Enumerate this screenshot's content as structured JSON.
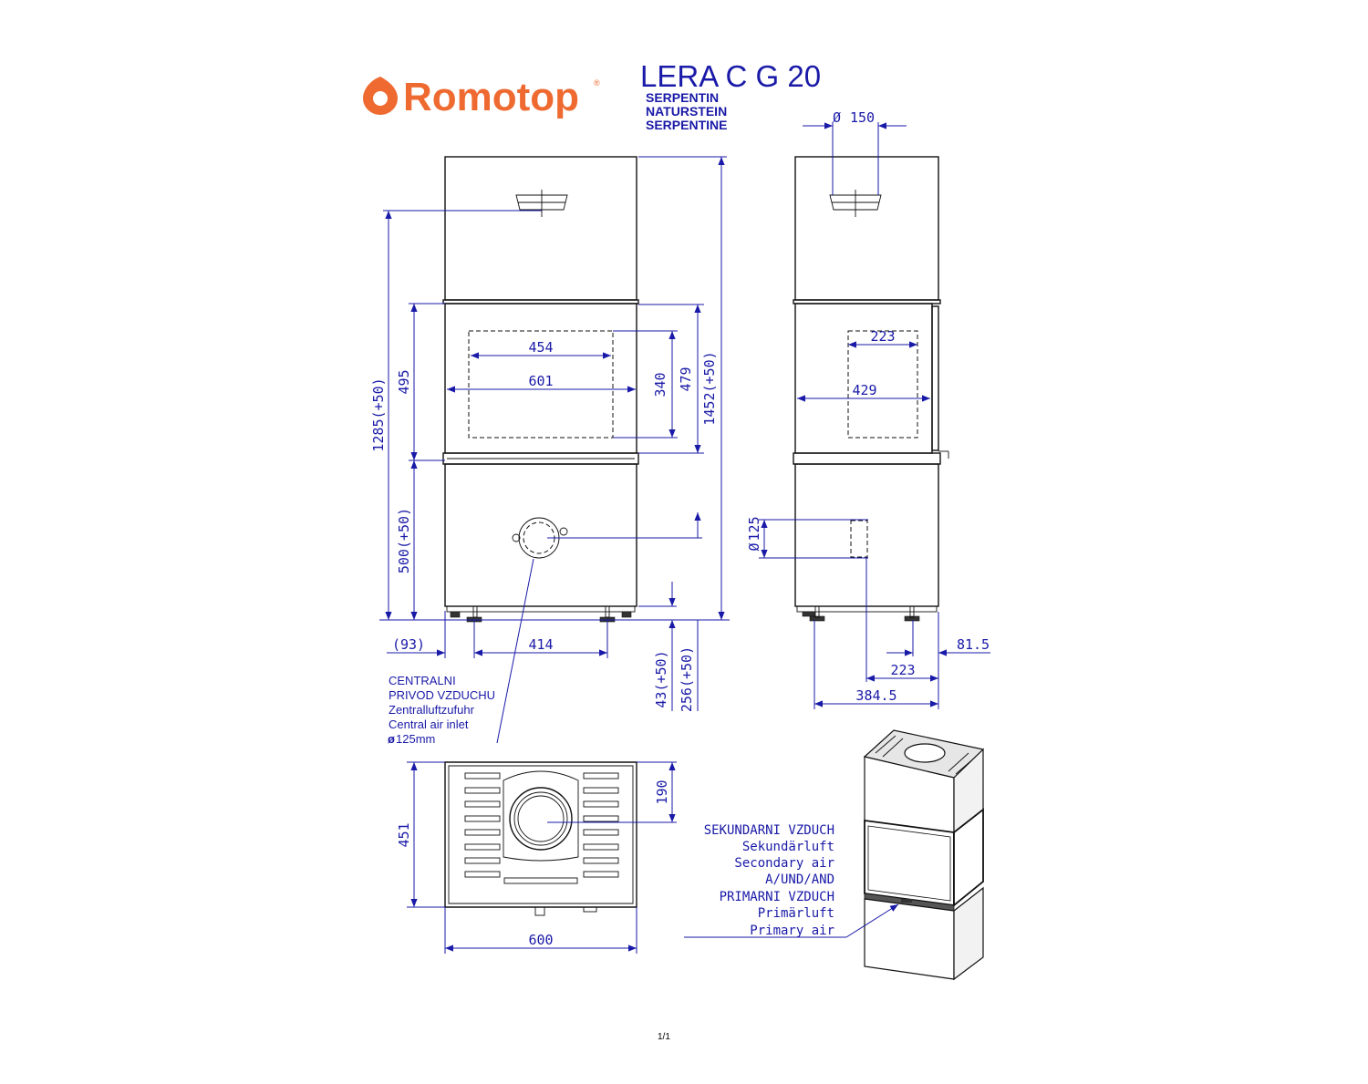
{
  "brand": {
    "name": "Romotop",
    "mark": "®"
  },
  "title": "LERA C G 20",
  "material": [
    "SERPENTIN",
    "NATURSTEIN",
    "SERPENTINE"
  ],
  "front_dims": {
    "w_454": "454",
    "w_601": "601",
    "h_340": "340",
    "h_479": "479",
    "h_495": "495",
    "h_1285": "1285(+50)",
    "h_1452": "1452(+50)",
    "h_500": "500(+50)",
    "off_93": "(93)",
    "w_414": "414",
    "h_43": "43(+50)",
    "h_256": "256(+50)"
  },
  "side_dims": {
    "d_150": "150",
    "w_223_top": "223",
    "w_429": "429",
    "d_125": "125",
    "w_81_5": "81.5",
    "w_223_bottom": "223",
    "w_384_5": "384.5"
  },
  "plan_dims": {
    "d_451": "451",
    "d_190": "190",
    "w_600": "600"
  },
  "air_inlet_note": [
    "CENTRALNI",
    " PRIVOD VZDUCHU",
    "Zentralluftzufuhr",
    "Central air inlet",
    "125mm"
  ],
  "air_note_symbol": "ø",
  "air_labels": [
    "SEKUNDARNI VZDUCH",
    "Sekundärluft",
    "Secondary air",
    "A/UND/AND",
    "PRIMARNI VZDUCH",
    "Primärluft",
    "Primary air"
  ],
  "page_number": "1/1",
  "diameter_symbol": "Ø",
  "colors": {
    "brand": "#ee6a31",
    "dimension": "#1a1aa8",
    "line": "#111111"
  }
}
